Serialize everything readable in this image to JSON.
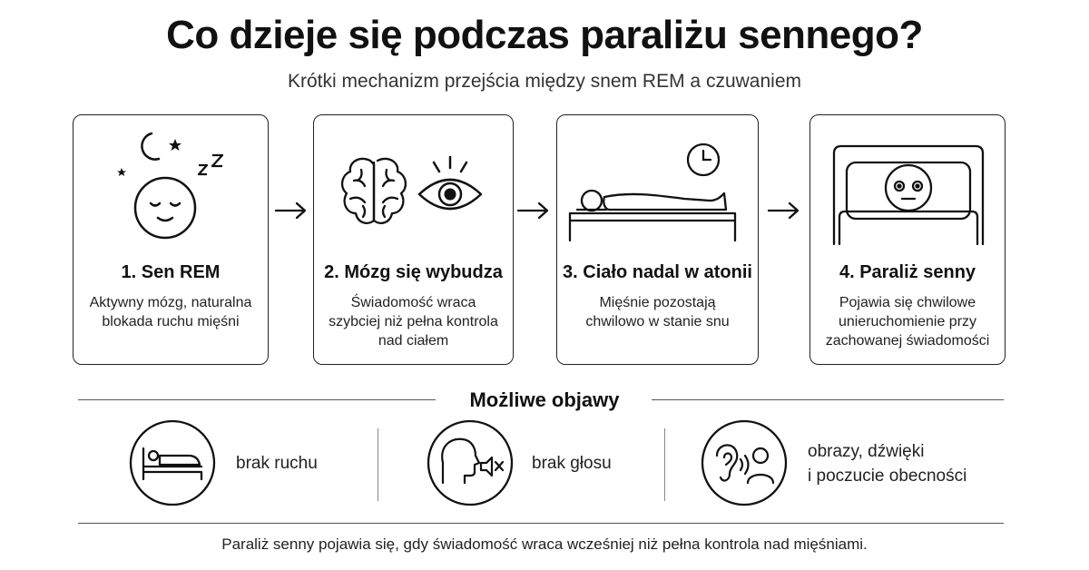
{
  "header": {
    "title": "Co dzieje się podczas paraliżu sennego?",
    "subtitle": "Krótki mechanizm przejścia między snem REM a czuwaniem"
  },
  "steps": [
    {
      "title": "1. Sen REM",
      "description": "Aktywny mózg, naturalna blokada ruchu mięśni",
      "icons": [
        "moon-icon",
        "star-icon",
        "zzz-icon",
        "sleeping-face-icon"
      ]
    },
    {
      "title": "2. Mózg się wybudza",
      "description": "Świadomość wraca szybciej niż pełna kontrola nad ciałem",
      "icons": [
        "brain-icon",
        "eye-icon"
      ]
    },
    {
      "title": "3. Ciało nadal w atonii",
      "description": "Mięśnie pozostają chwilowo w stanie snu",
      "icons": [
        "clock-icon",
        "lying-person-icon"
      ]
    },
    {
      "title": "4. Paraliż senny",
      "description": "Pojawia się chwilowe unieruchomienie przy zachowanej świadomości",
      "icons": [
        "awake-person-in-bed-icon"
      ]
    }
  ],
  "symptoms": {
    "title": "Możliwe objawy",
    "items": [
      {
        "label": "brak ruchu",
        "icon": "person-in-bed-icon"
      },
      {
        "label": "brak głosu",
        "icon": "muted-voice-icon"
      },
      {
        "label_line1": "obrazy, dźwięki",
        "label_line2": "i poczucie obecności",
        "icon": "ear-presence-icon"
      }
    ]
  },
  "footer": {
    "text": "Paraliż senny pojawia się, gdy świadomość wraca wcześniej niż pełna kontrola nad mięśniami."
  },
  "colors": {
    "ink": "#111111",
    "border": "#222222",
    "muted": "#555555"
  }
}
